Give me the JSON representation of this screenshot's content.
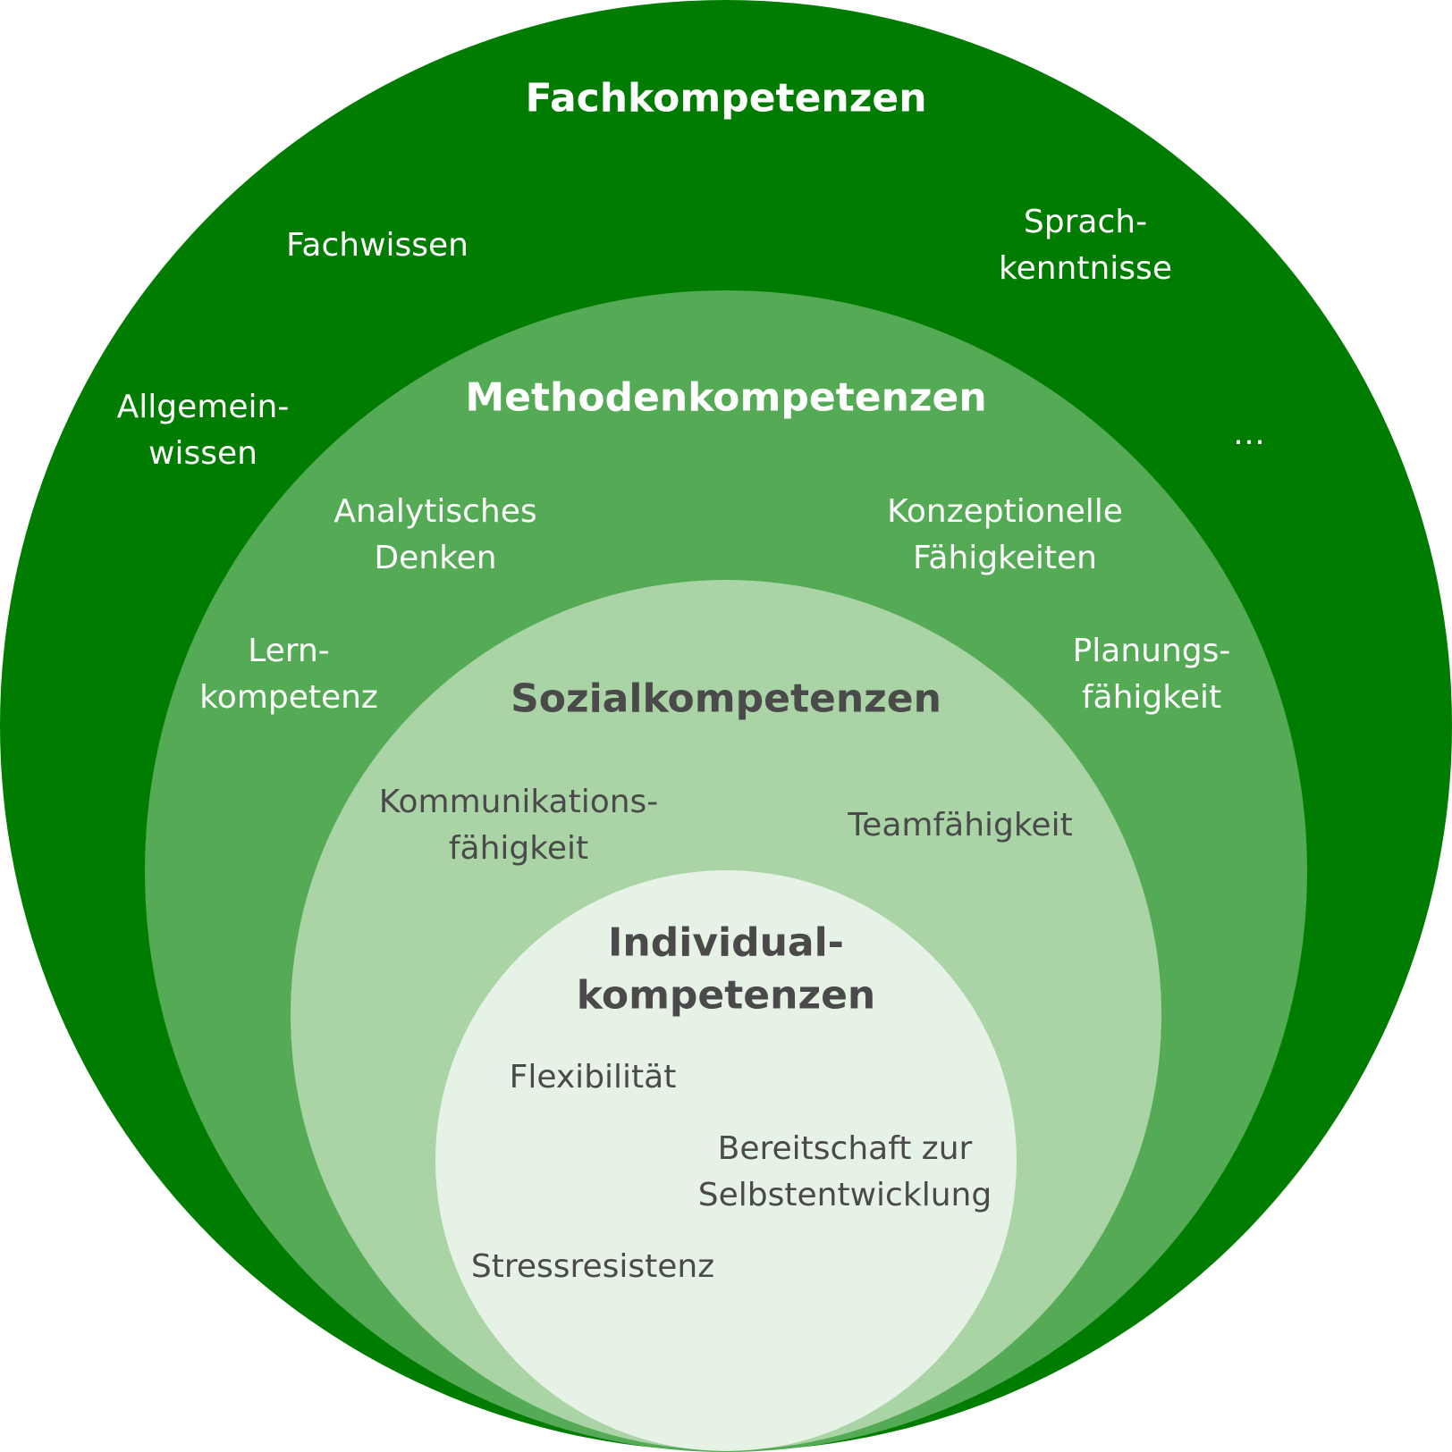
{
  "rings": {
    "fach": {
      "title": "Fachkompetenzen",
      "color": "#007d00",
      "items": [
        [
          "Fachwissen"
        ],
        [
          "Sprach-",
          "kenntnisse"
        ],
        [
          "Allgemein-",
          "wissen"
        ],
        [
          "…"
        ]
      ]
    },
    "methoden": {
      "title": "Methodenkompetenzen",
      "color": "#55aa55",
      "items": [
        [
          "Analytisches",
          "Denken"
        ],
        [
          "Konzeptionelle",
          "Fähigkeiten"
        ],
        [
          "Lern-",
          "kompetenz"
        ],
        [
          "Planungs-",
          "fähigkeit"
        ]
      ]
    },
    "sozial": {
      "title": "Sozialkompetenzen",
      "color": "#aad4a6",
      "items": [
        [
          "Kommunikations-",
          "fähigkeit"
        ],
        [
          "Teamfähigkeit"
        ]
      ]
    },
    "individual": {
      "title": [
        "Individual-",
        "kompetenzen"
      ],
      "color": "#e6f2e6",
      "items": [
        [
          "Flexibilität"
        ],
        [
          "Bereitschaft zur",
          "Selbstentwicklung"
        ],
        [
          "Stressresistenz"
        ]
      ]
    }
  }
}
